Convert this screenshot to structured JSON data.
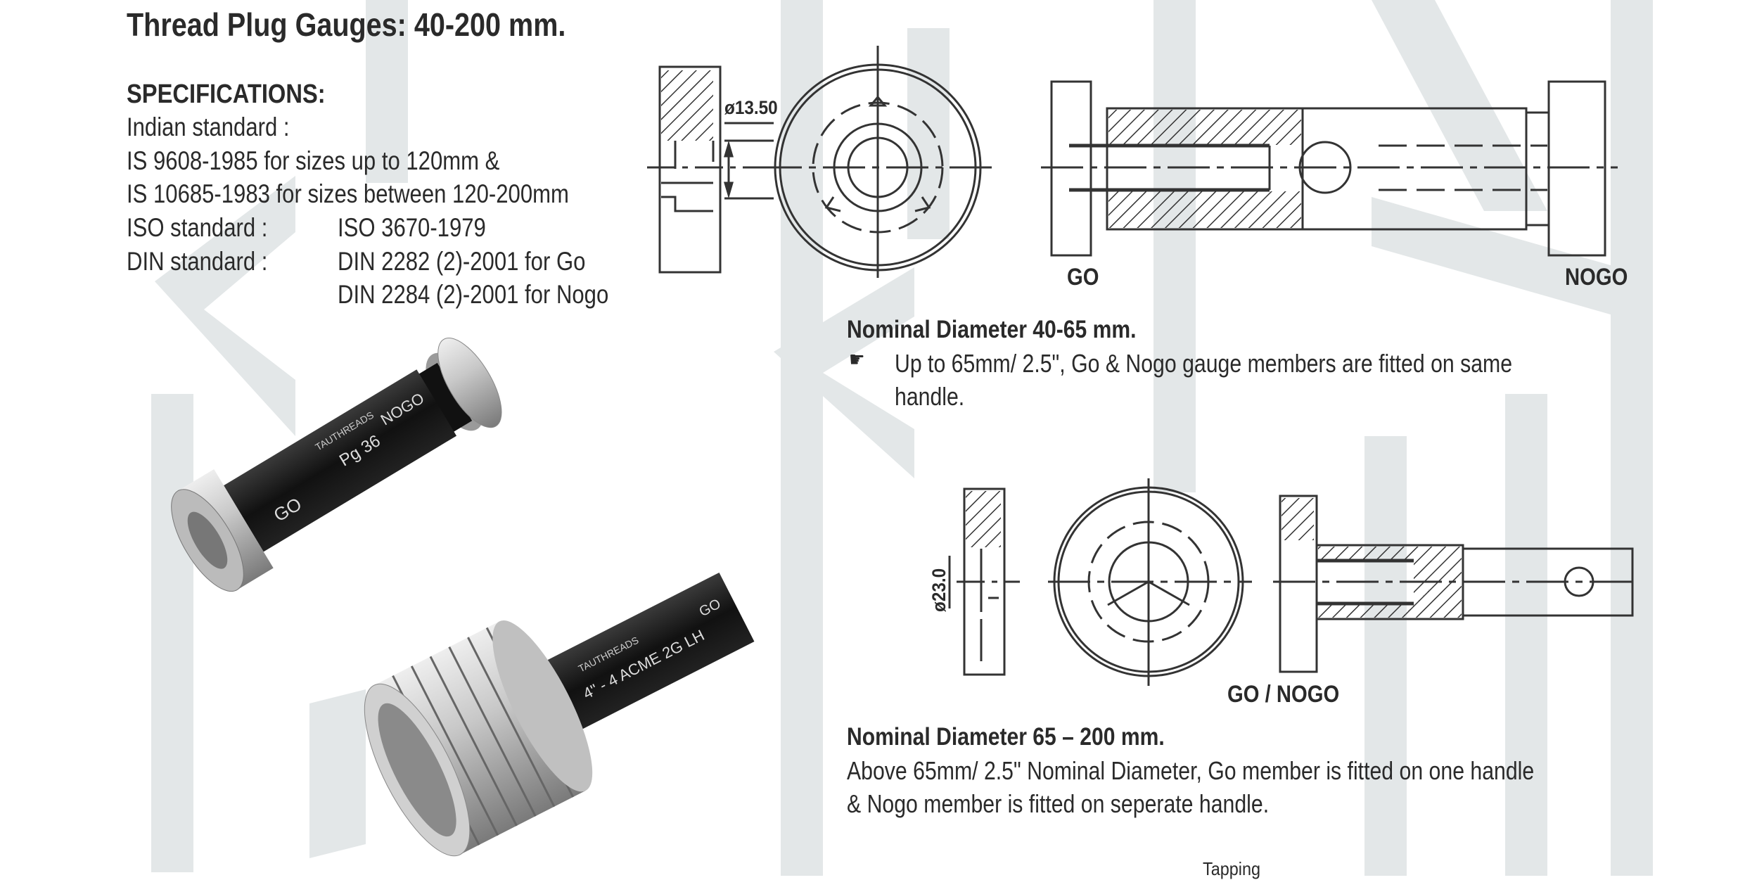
{
  "title": "Thread Plug Gauges: 40-200 mm.",
  "specifications": {
    "heading": "SPECIFICATIONS:",
    "indian_label": "Indian standard :",
    "indian_lines": [
      "IS 9608-1985 for sizes up to 120mm &",
      "IS 10685-1983 for sizes between 120-200mm"
    ],
    "iso_label": "ISO standard :",
    "iso_value": "ISO 3670-1979",
    "din_label": "DIN standard :",
    "din_values": [
      "DIN 2282 (2)-2001 for Go",
      "DIN 2284 (2)-2001 for Nogo"
    ]
  },
  "drawing_top": {
    "dimension": "ø13.50",
    "go_label": "GO",
    "nogo_label": "NOGO"
  },
  "section_40_65": {
    "heading": "Nominal Diameter 40-65 mm.",
    "bullet_icon": "pointing-hand-icon",
    "lines": [
      "Up to  65mm/ 2.5\", Go & Nogo gauge members are fitted on same",
      "handle."
    ]
  },
  "drawing_bottom": {
    "dimension": "ø23.0",
    "label": "GO / NOGO"
  },
  "section_65_200": {
    "heading": "Nominal Diameter 65 – 200 mm.",
    "lines": [
      "Above 65mm/ 2.5\" Nominal Diameter, Go member is fitted on one handle",
      "& Nogo member is fitted on seperate handle."
    ]
  },
  "footer": "Tapping",
  "photo_top": {
    "go": "GO",
    "size": "Pg 36",
    "nogo": "NOGO",
    "brand": "TAUTHREADS"
  },
  "photo_bottom": {
    "size": "4\" - 4 ACME 2G  LH",
    "go": "GO",
    "brand": "TAUTHREADS"
  },
  "colors": {
    "text": "#2a2a2a",
    "watermark": "#e3e7e8",
    "handle": "#1a1a1a",
    "steel": "#b8b8b8"
  }
}
